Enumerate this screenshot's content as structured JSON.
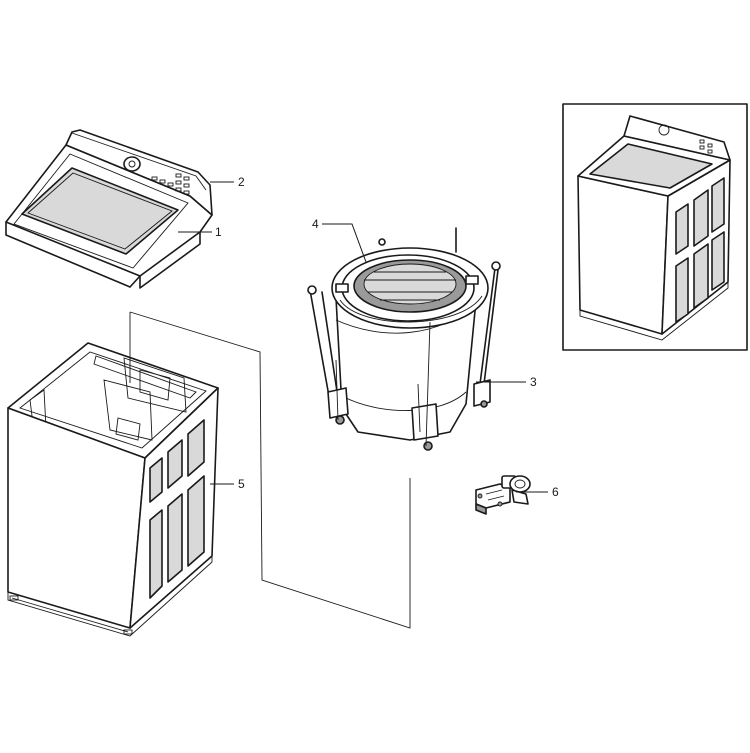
{
  "callouts": [
    {
      "id": "1",
      "label": "1"
    },
    {
      "id": "2",
      "label": "2"
    },
    {
      "id": "3",
      "label": "3"
    },
    {
      "id": "4",
      "label": "4"
    },
    {
      "id": "5",
      "label": "5"
    },
    {
      "id": "6",
      "label": "6"
    }
  ],
  "colors": {
    "line": "#1a1a1a",
    "panel_fill": "#d9d9d9",
    "background": "#ffffff"
  }
}
